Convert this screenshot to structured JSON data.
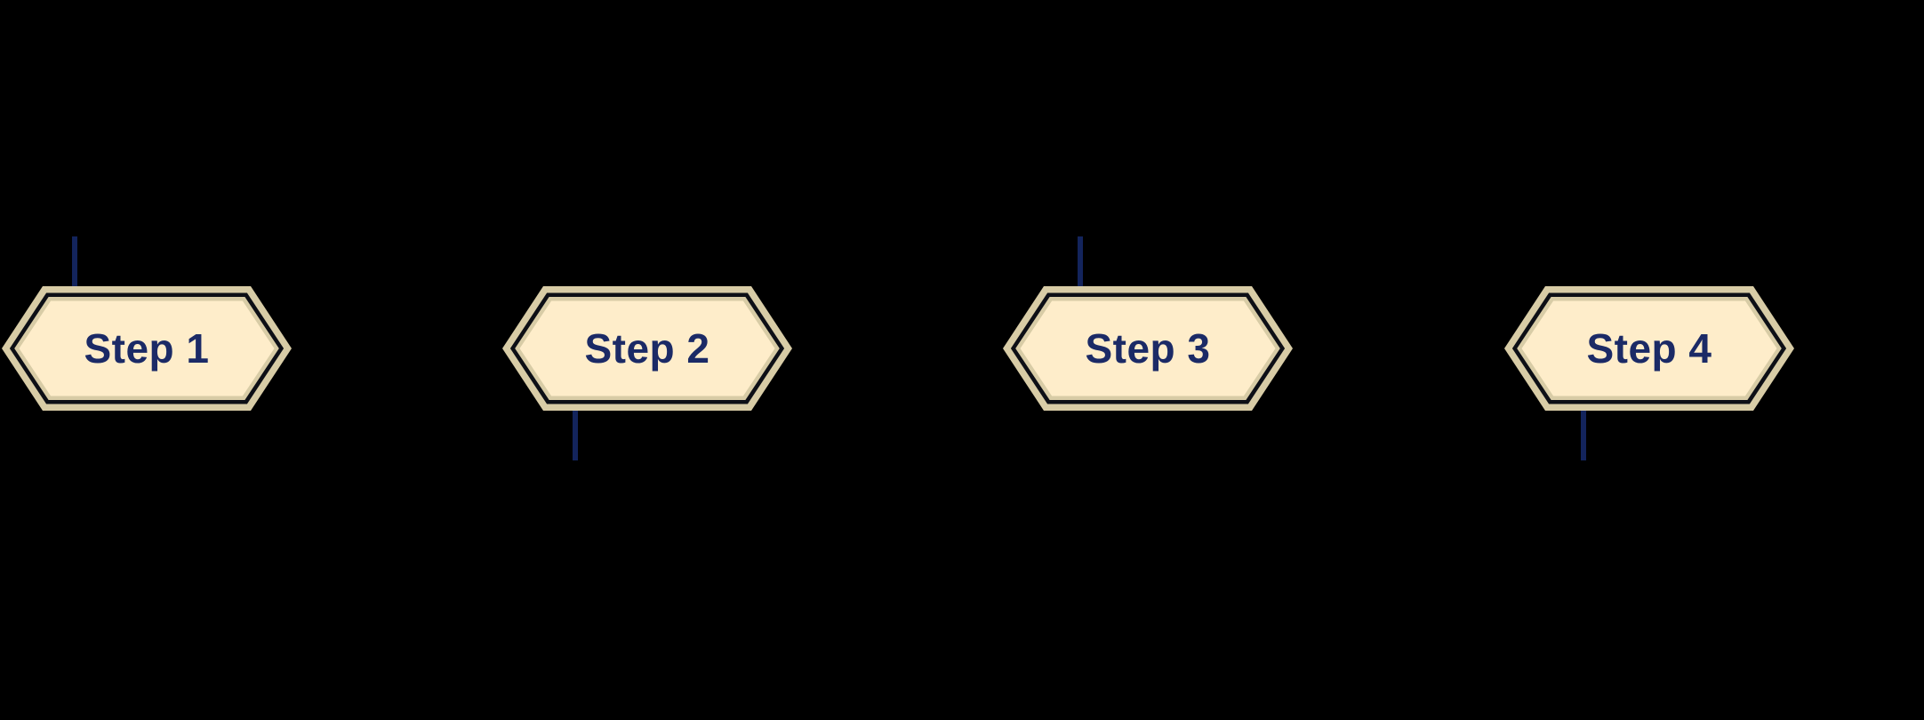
{
  "diagram": {
    "type": "process-steps",
    "steps": [
      {
        "label": "Step 1",
        "connector_position": "top"
      },
      {
        "label": "Step 2",
        "connector_position": "bottom"
      },
      {
        "label": "Step 3",
        "connector_position": "top"
      },
      {
        "label": "Step 4",
        "connector_position": "bottom"
      }
    ]
  },
  "colors": {
    "background": "#000000",
    "hexagon-frame": "#d8cca6",
    "hexagon-outline": "#0d0f16",
    "hexagon-fill": "#feedca",
    "step-text": "#1b2a66",
    "connector": "#13245c"
  }
}
